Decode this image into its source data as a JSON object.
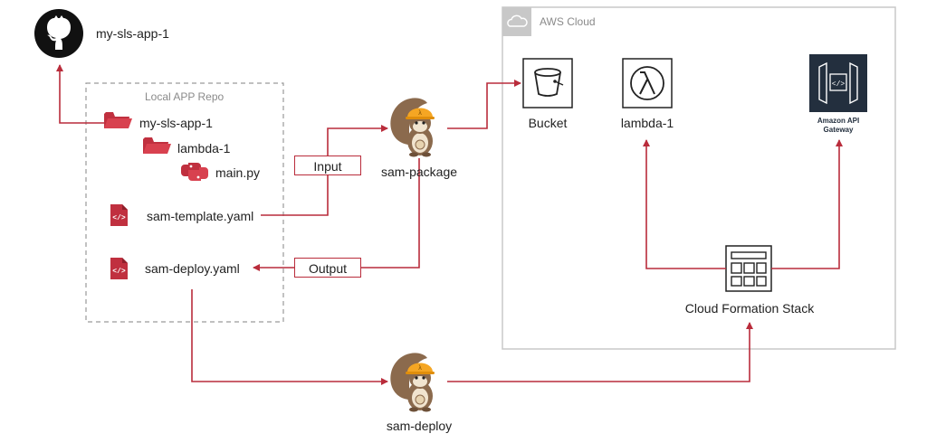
{
  "github": {
    "repo_label": "my-sls-app-1",
    "icon": "github-icon"
  },
  "local_repo": {
    "title": "Local APP Repo",
    "root_folder": "my-sls-app-1",
    "sub_folder": "lambda-1",
    "python_file": "main.py",
    "template_file": "sam-template.yaml",
    "deploy_file": "sam-deploy.yaml"
  },
  "flow": {
    "input_label": "Input",
    "output_label": "Output",
    "package_label": "sam-package",
    "deploy_label": "sam-deploy"
  },
  "aws": {
    "title": "AWS Cloud",
    "bucket_label": "Bucket",
    "lambda_label": "lambda-1",
    "api_label": "Amazon API Gateway",
    "stack_label": "Cloud Formation Stack"
  },
  "colors": {
    "arrow": "#b92c3b",
    "folder": "#c0303f",
    "api_bg": "#232f3e",
    "aws_border": "#c8c8c8",
    "repo_border": "#9a9a9a",
    "squirrel_brown": "#8b6a4d",
    "hardhat": "#f5a623"
  }
}
